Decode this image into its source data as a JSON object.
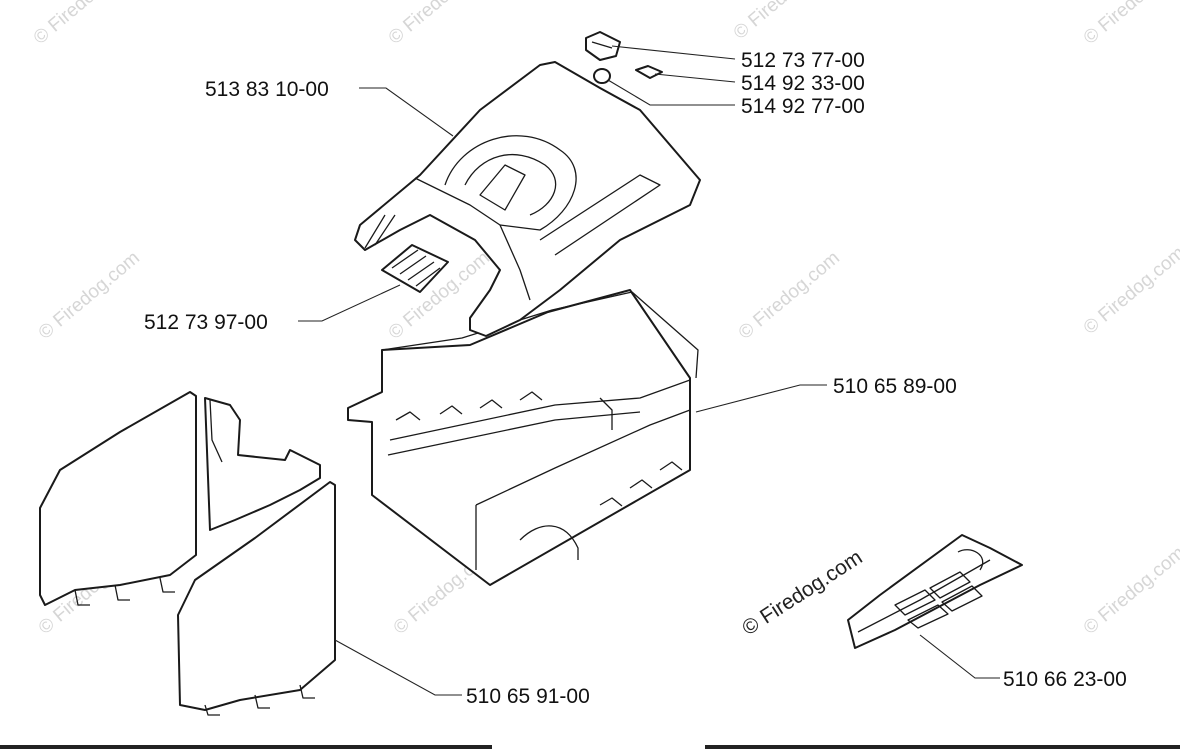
{
  "watermark": {
    "text": "© Firedog.com",
    "main_text": "© Firedog.com"
  },
  "parts": [
    {
      "id": "lid",
      "number": "513 83 10-00"
    },
    {
      "id": "latch",
      "number": "512 73 77-00"
    },
    {
      "id": "pad",
      "number": "514 92 33-00"
    },
    {
      "id": "ring",
      "number": "514 92 77-00"
    },
    {
      "id": "handle-grip",
      "number": "512 73 97-00"
    },
    {
      "id": "basket",
      "number": "510 65 89-00"
    },
    {
      "id": "side-panels",
      "number": "510 65 91-00"
    },
    {
      "id": "deflector",
      "number": "510 66 23-00"
    }
  ],
  "colors": {
    "line": "#1a1a1a",
    "watermark": "#d6d6d6",
    "background": "#ffffff"
  }
}
